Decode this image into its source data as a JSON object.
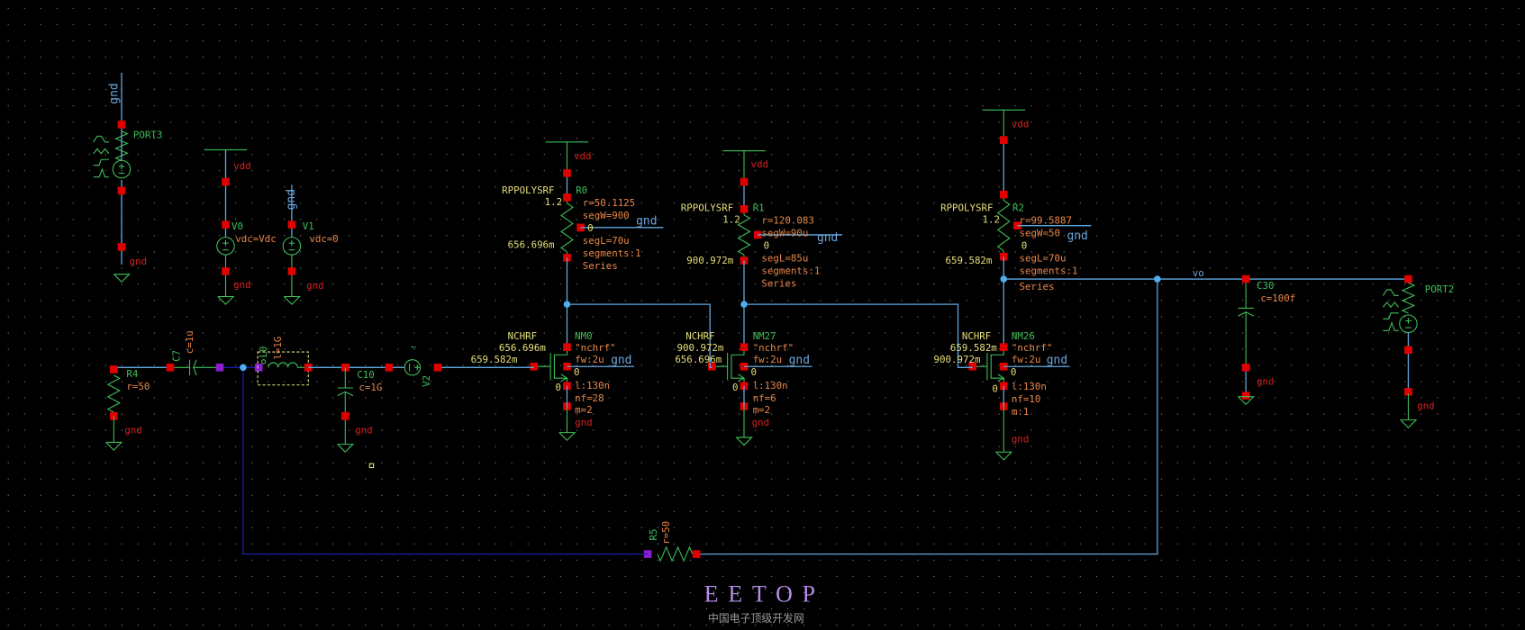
{
  "colors": {
    "background": "#000000",
    "wire": "#5fa8e0",
    "wire_selected": "#1c1ca8",
    "symbol": "#3fc05a",
    "pin": "#e00000",
    "junction": "#4ab0f0"
  },
  "components": {
    "port3": {
      "name": "PORT3",
      "top_net": "gnd",
      "bottom_net": "gnd"
    },
    "v0": {
      "name": "V0",
      "param": "vdc=Vdc",
      "top_net": "vdd",
      "bottom_net": "gnd"
    },
    "v1": {
      "name": "V1",
      "param": "vdc=0",
      "top_net": "gnd",
      "bottom_net": "gnd"
    },
    "r0": {
      "model": "RPPOLYSRF",
      "name": "R0",
      "top_v": "1.2",
      "bot_v": "656.696m",
      "r": "r=50.1125",
      "segW": "segW=900",
      "segL": "segL=70u",
      "segments": "segments:1",
      "mode": "Series",
      "bulk": "0",
      "bulk_net": "gnd",
      "top_net": "vdd"
    },
    "r1": {
      "model": "RPPOLYSRF",
      "name": "R1",
      "top_v": "1.2",
      "bot_v": "900.972m",
      "r": "r=120.083",
      "segW": "segW=90u",
      "segL": "segL=85u",
      "segments": "segments:1",
      "mode": "Series",
      "bulk": "0",
      "bulk_net": "gnd",
      "top_net": "vdd"
    },
    "r2": {
      "model": "RPPOLYSRF",
      "name": "R2",
      "top_v": "1.2",
      "bot_v": "659.582m",
      "r": "r=99.5887",
      "segW": "segW=50",
      "segL": "segL=70u",
      "segments": "segments:1",
      "mode": "Series",
      "bulk": "0",
      "bulk_net": "gnd",
      "top_net": "vdd"
    },
    "nm0": {
      "model": "NCHRF",
      "name": "NM0",
      "vd": "656.696m",
      "vg": "659.582m",
      "cell": "\"nchrf\"",
      "fw": "fw:2u",
      "bulk_net": "gnd",
      "vb": "0",
      "vs": "0",
      "l": "l:130n",
      "nf": "nf=28",
      "m": "m=2",
      "gnd": "gnd"
    },
    "nm27": {
      "model": "NCHRF",
      "name": "NM27",
      "vd": "900.972m",
      "vg": "656.696m",
      "cell": "\"nchrf\"",
      "fw": "fw:2u",
      "bulk_net": "gnd",
      "vb": "0",
      "vs": "0",
      "l": "l:130n",
      "nf": "nf=6",
      "m": "m=2",
      "gnd": "gnd"
    },
    "nm26": {
      "model": "NCHRF",
      "name": "NM26",
      "vd": "659.582m",
      "vg": "900.972m",
      "cell": "\"nchrf\"",
      "fw": "fw:2u",
      "bulk_net": "gnd",
      "vb": "0",
      "vs": "0",
      "l": "l:130n",
      "nf": "nf=10",
      "m": "m:1",
      "gnd": "gnd"
    },
    "r4": {
      "name": "R4",
      "param": "r=50",
      "net": "gnd"
    },
    "c7": {
      "name": "C7",
      "param": "c=1u"
    },
    "l0": {
      "name": "L0",
      "param": "l=1G"
    },
    "c10": {
      "name": "C10",
      "param": "c=1G",
      "net": "gnd"
    },
    "v2": {
      "name": "V2",
      "symbol": "~"
    },
    "c30": {
      "name": "C30",
      "param": "c=100f",
      "net": "gnd"
    },
    "port2": {
      "name": "PORT2",
      "net": "gnd"
    },
    "r5": {
      "name": "R5",
      "param": "r=50"
    }
  },
  "nets": {
    "output": "vo"
  },
  "watermark": {
    "logo": "EETOP",
    "subtitle": "中国电子顶级开发网"
  }
}
